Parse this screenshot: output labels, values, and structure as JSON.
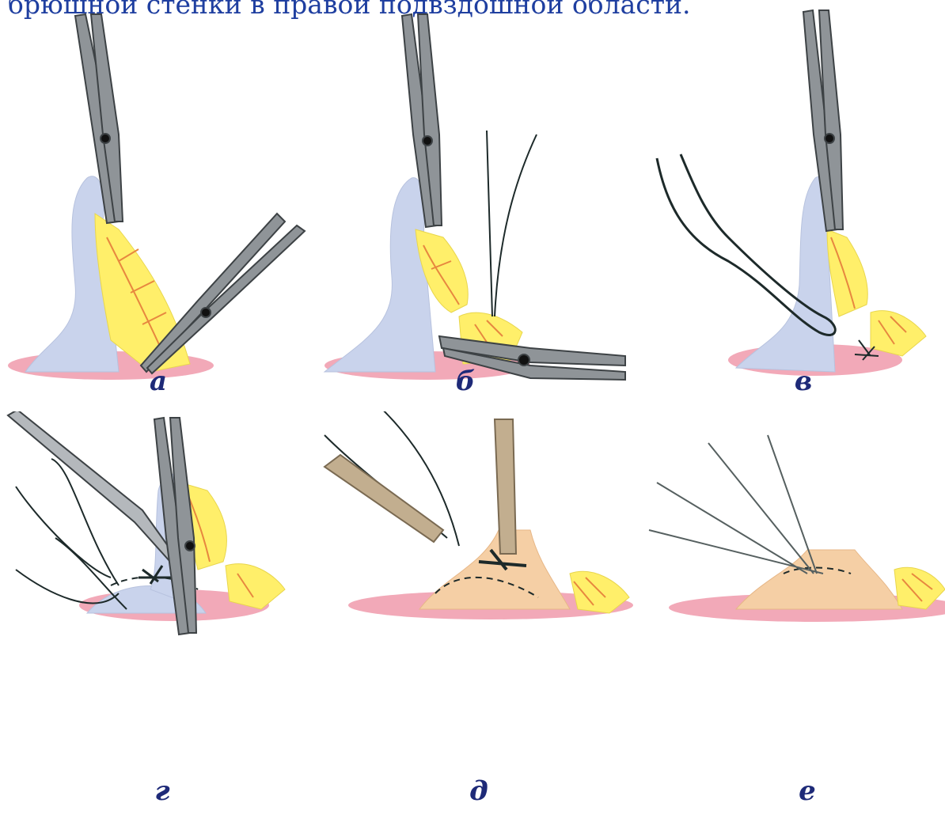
{
  "header_text": "брюшной стенки в правой подвздошной области.",
  "panels": [
    {
      "id": "a",
      "label": "а"
    },
    {
      "id": "b",
      "label": "б"
    },
    {
      "id": "v",
      "label": "в"
    },
    {
      "id": "g",
      "label": "г"
    },
    {
      "id": "d",
      "label": "д"
    },
    {
      "id": "e",
      "label": "е"
    }
  ],
  "colors": {
    "caption": "#1f3fa0",
    "label": "#1e2a78",
    "appendix_blue": "#c9d3ec",
    "appendix_stump": "#f5cfa5",
    "mesentery_yellow": "#ffef6a",
    "vessel": "#e7873f",
    "cecum_pink": "#f2a9b8",
    "instrument_gray": "#8f9498",
    "instrument_tan": "#c2ae8f",
    "thread": "#1d2a2a"
  }
}
